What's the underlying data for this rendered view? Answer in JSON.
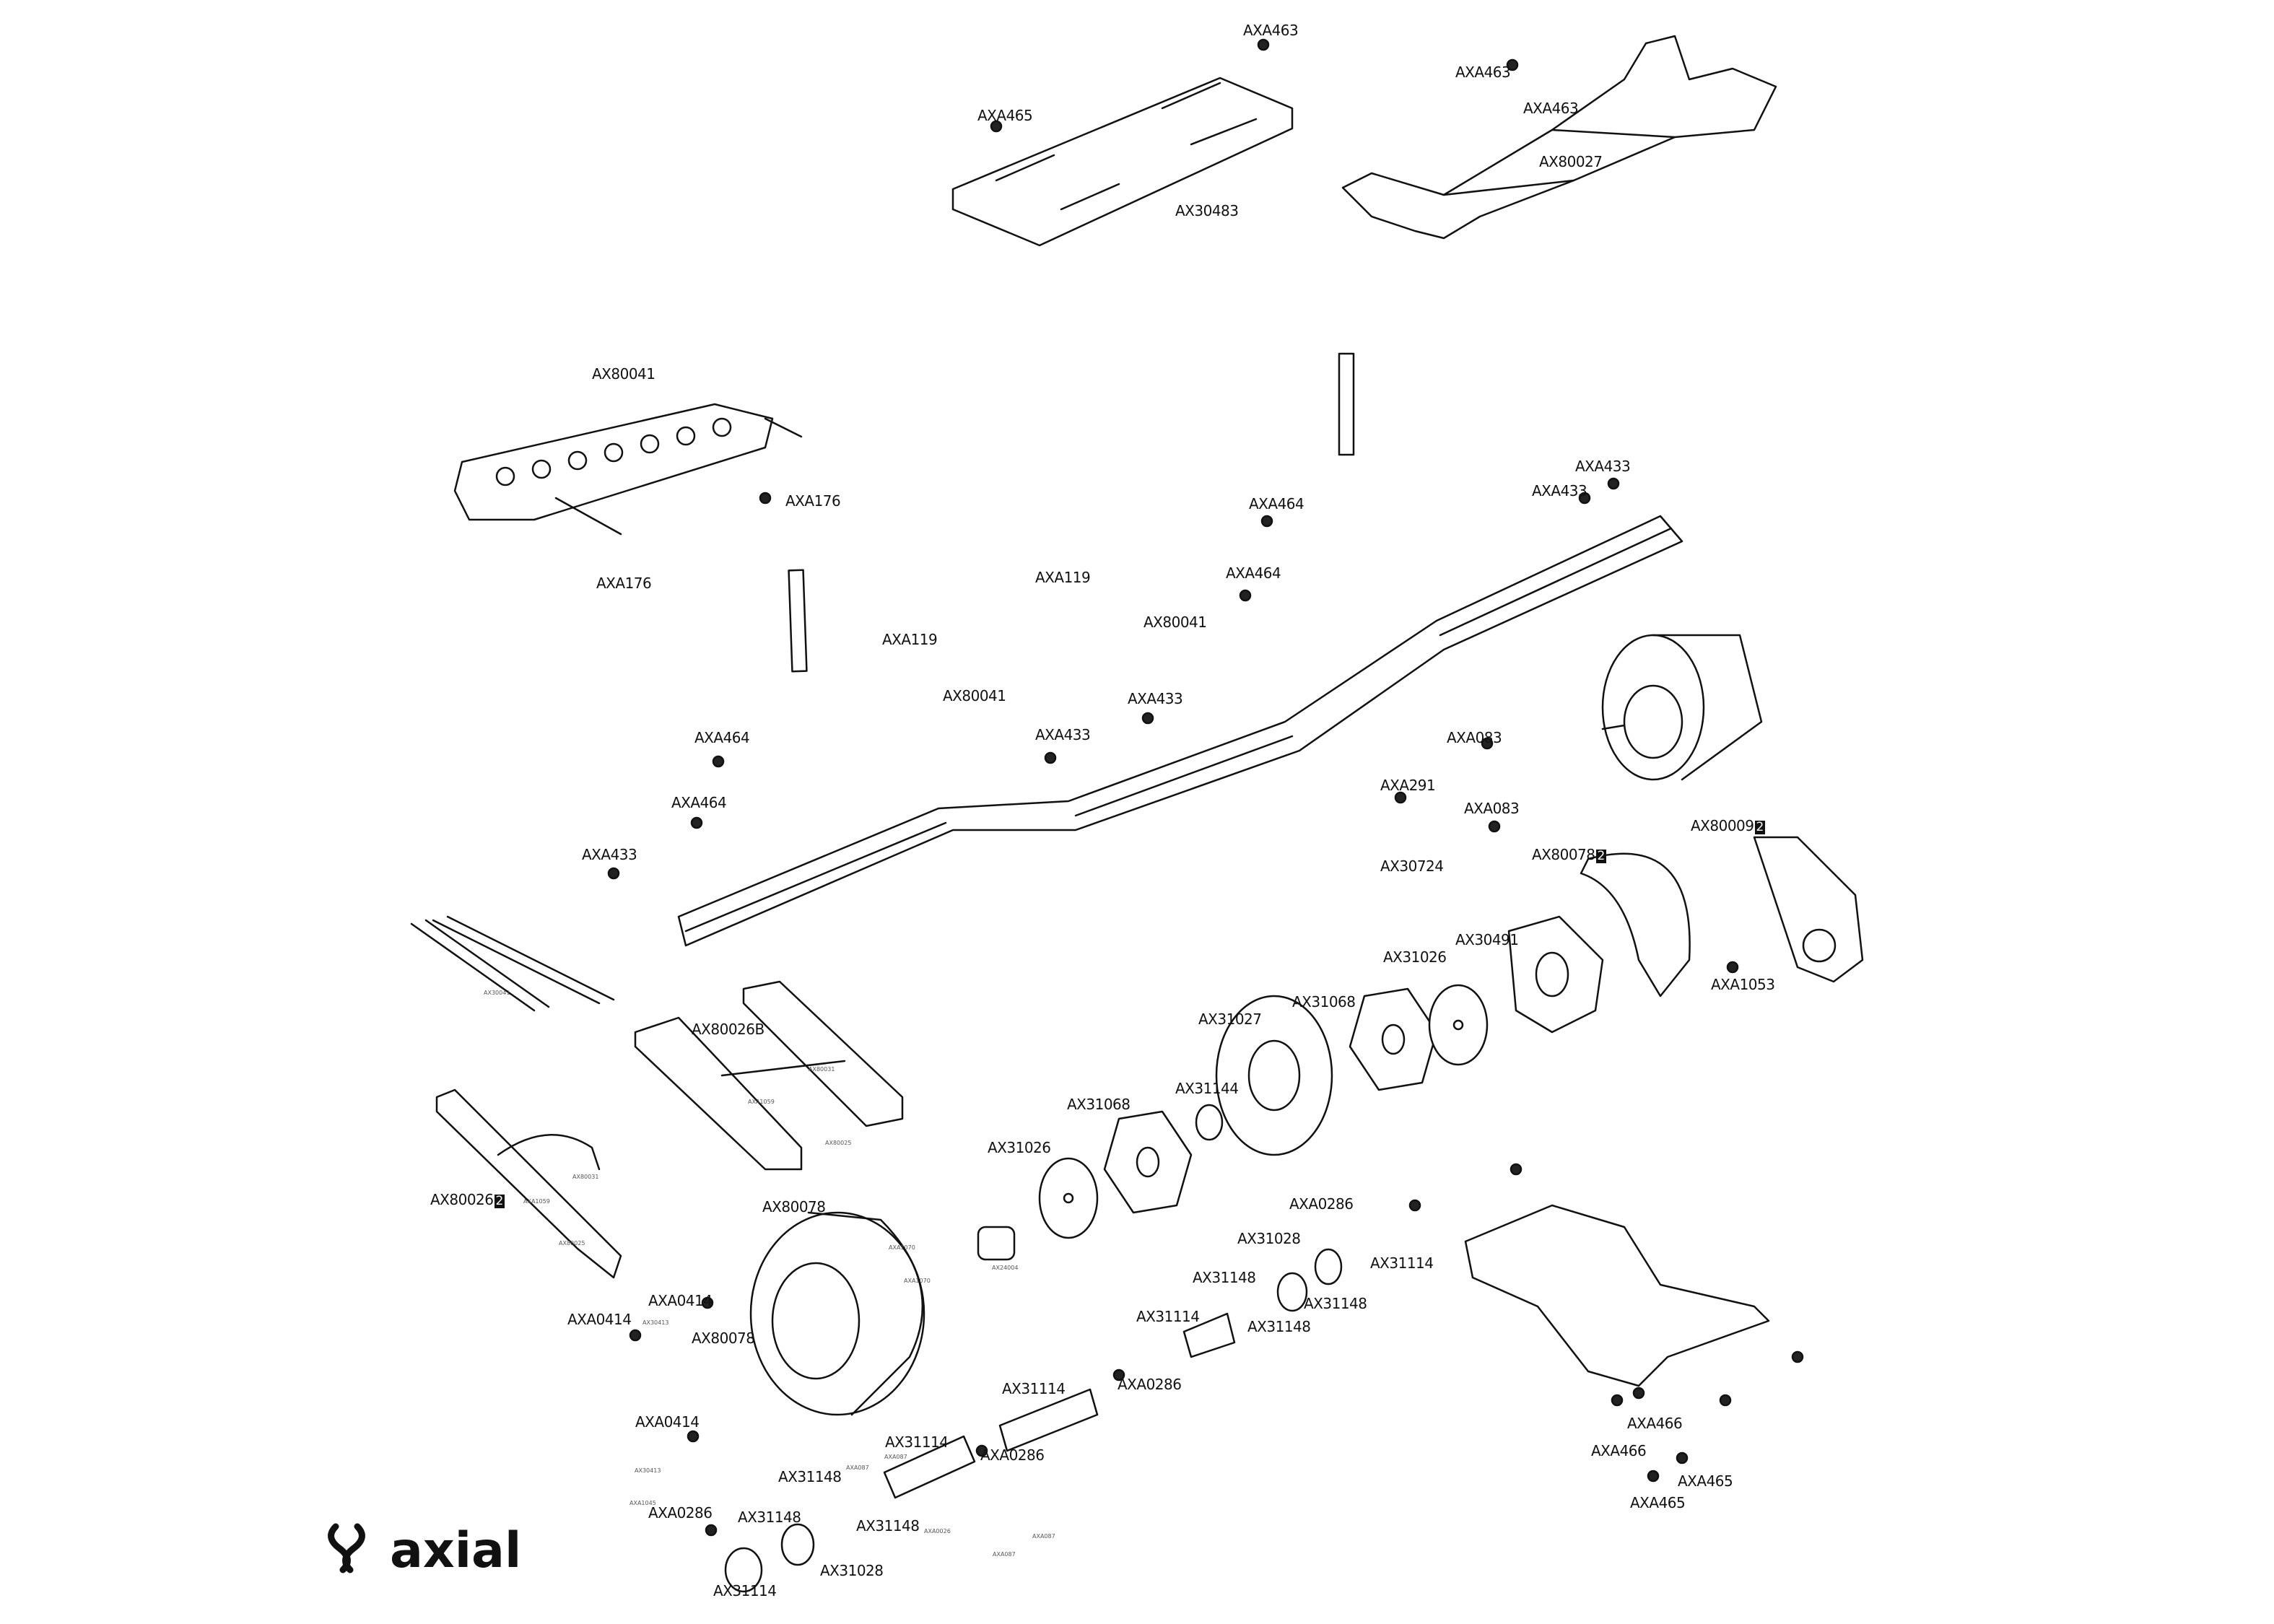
{
  "labels": [
    {
      "text": "AXA463"
    },
    {
      "text": "AXA463"
    },
    {
      "text": "AXA463"
    },
    {
      "text": "AXA465"
    },
    {
      "text": "AX80027"
    },
    {
      "text": "AX30483"
    },
    {
      "text": "AX80041"
    },
    {
      "text": "AXA176"
    },
    {
      "text": "AXA176"
    },
    {
      "text": "AXA433"
    },
    {
      "text": "AXA433"
    },
    {
      "text": "AXA464"
    },
    {
      "text": "AXA464"
    },
    {
      "text": "AXA119"
    },
    {
      "text": "AX80041"
    },
    {
      "text": "AXA119"
    },
    {
      "text": "AX80041"
    },
    {
      "text": "AXA433"
    },
    {
      "text": "AXA433"
    },
    {
      "text": "AXA464"
    },
    {
      "text": "AXA464"
    },
    {
      "text": "AXA083"
    },
    {
      "text": "AXA291"
    },
    {
      "text": "AXA083"
    },
    {
      "text": "AX30724"
    },
    {
      "text": "AX80078",
      "badge": "2"
    },
    {
      "text": "AX80009",
      "badge": "2"
    },
    {
      "text": "AXA433"
    },
    {
      "text": "AX30491"
    },
    {
      "text": "AX31026"
    },
    {
      "text": "AXA1053"
    },
    {
      "text": "AX31068"
    },
    {
      "text": "AX31027"
    },
    {
      "text": "AX80026B"
    },
    {
      "text": "AX31144"
    },
    {
      "text": "AX31068"
    },
    {
      "text": "AX31026"
    },
    {
      "text": "AX80026",
      "badge": "2"
    },
    {
      "text": "AXA0286"
    },
    {
      "text": "AX80078"
    },
    {
      "text": "AX31028"
    },
    {
      "text": "AX31114"
    },
    {
      "text": "AX31148"
    },
    {
      "text": "AX31148"
    },
    {
      "text": "AXA0414"
    },
    {
      "text": "AXA0414"
    },
    {
      "text": "AX31148"
    },
    {
      "text": "AX31114"
    },
    {
      "text": "AX80078"
    },
    {
      "text": "AXA0286"
    },
    {
      "text": "AXA466"
    },
    {
      "text": "AX31114"
    },
    {
      "text": "AXA0414"
    },
    {
      "text": "AXA466"
    },
    {
      "text": "AX31114"
    },
    {
      "text": "AXA0286"
    },
    {
      "text": "AXA465"
    },
    {
      "text": "AX31148"
    },
    {
      "text": "AXA465"
    },
    {
      "text": "AXA0286"
    },
    {
      "text": "AX31148"
    },
    {
      "text": "AX31148"
    },
    {
      "text": "AX31028"
    },
    {
      "text": "AX31114"
    }
  ],
  "small_labels": [
    "AX30041",
    "AX80031",
    "AXA1059",
    "AX80025",
    "AX80031",
    "AXA1059",
    "AX80025",
    "AXA1070",
    "AXA1070",
    "AX24004",
    "AX30413",
    "AXA087",
    "AXA1045",
    "AXA0026",
    "AXA087",
    "AXA087",
    "AXA087",
    "AX30413"
  ],
  "logo": {
    "text": "axial"
  }
}
